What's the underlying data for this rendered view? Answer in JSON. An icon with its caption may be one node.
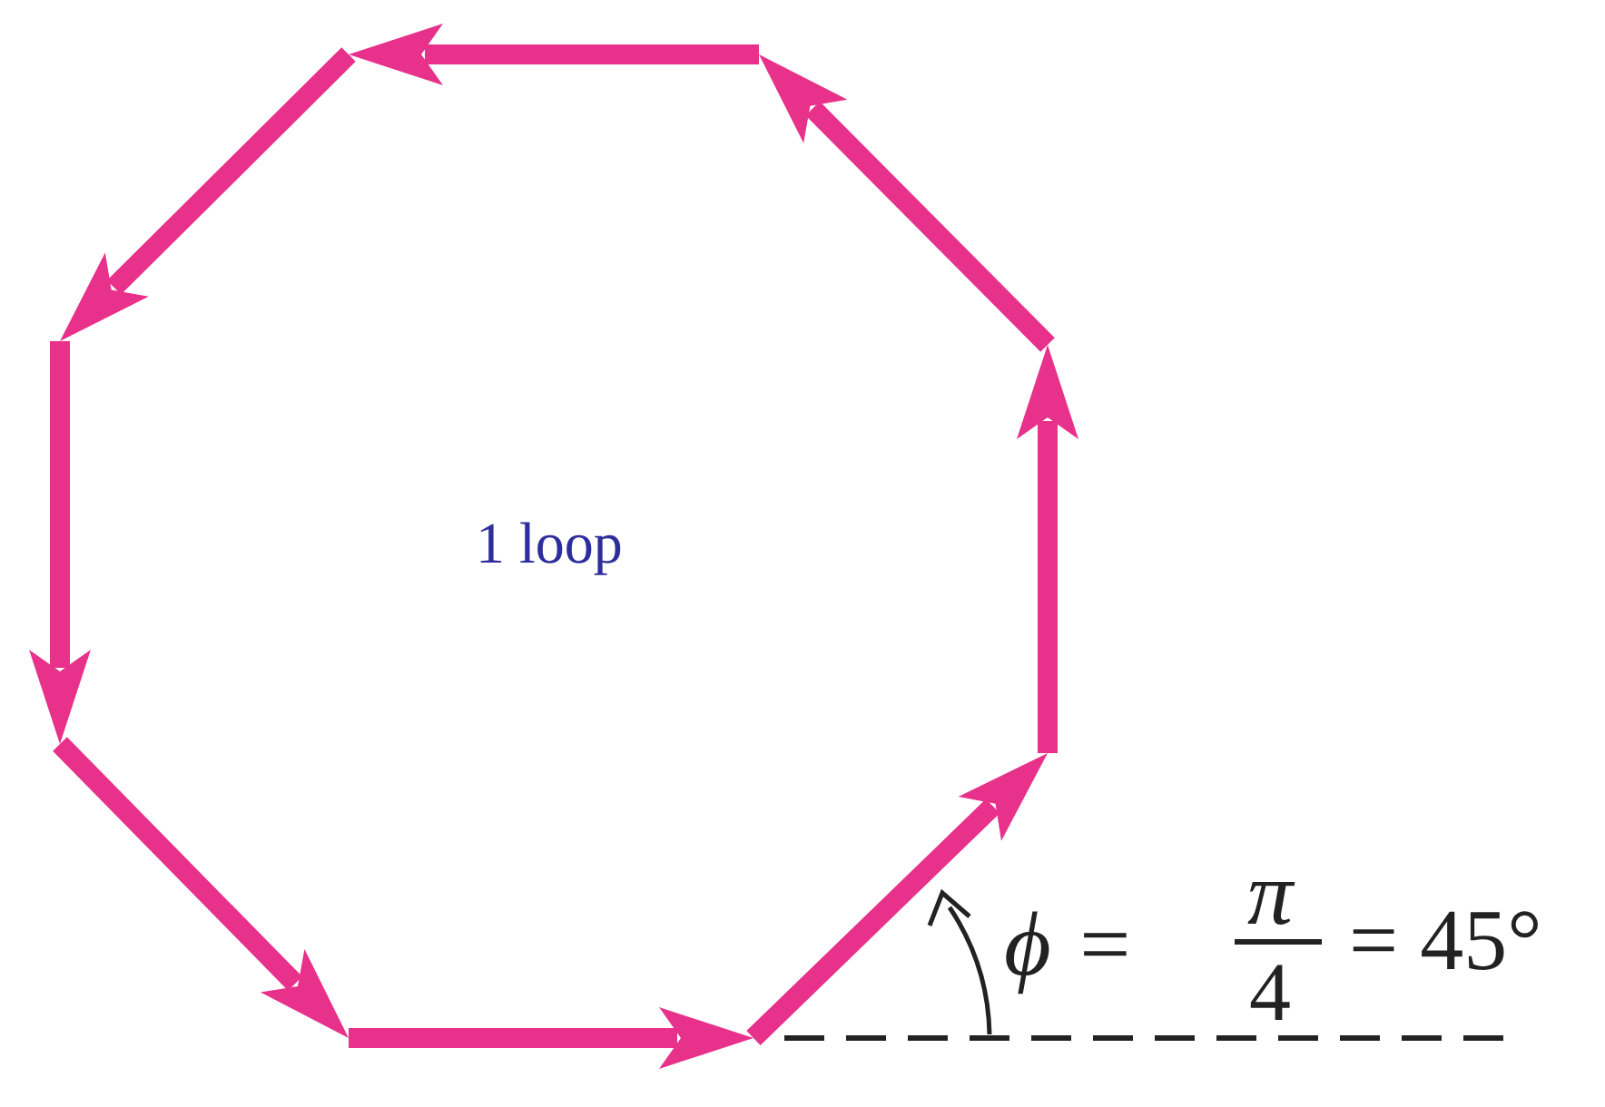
{
  "diagram": {
    "labels": [
      "1 loop",
      "ϕ =",
      "π",
      "4",
      "= 45°"
    ]
  }
}
